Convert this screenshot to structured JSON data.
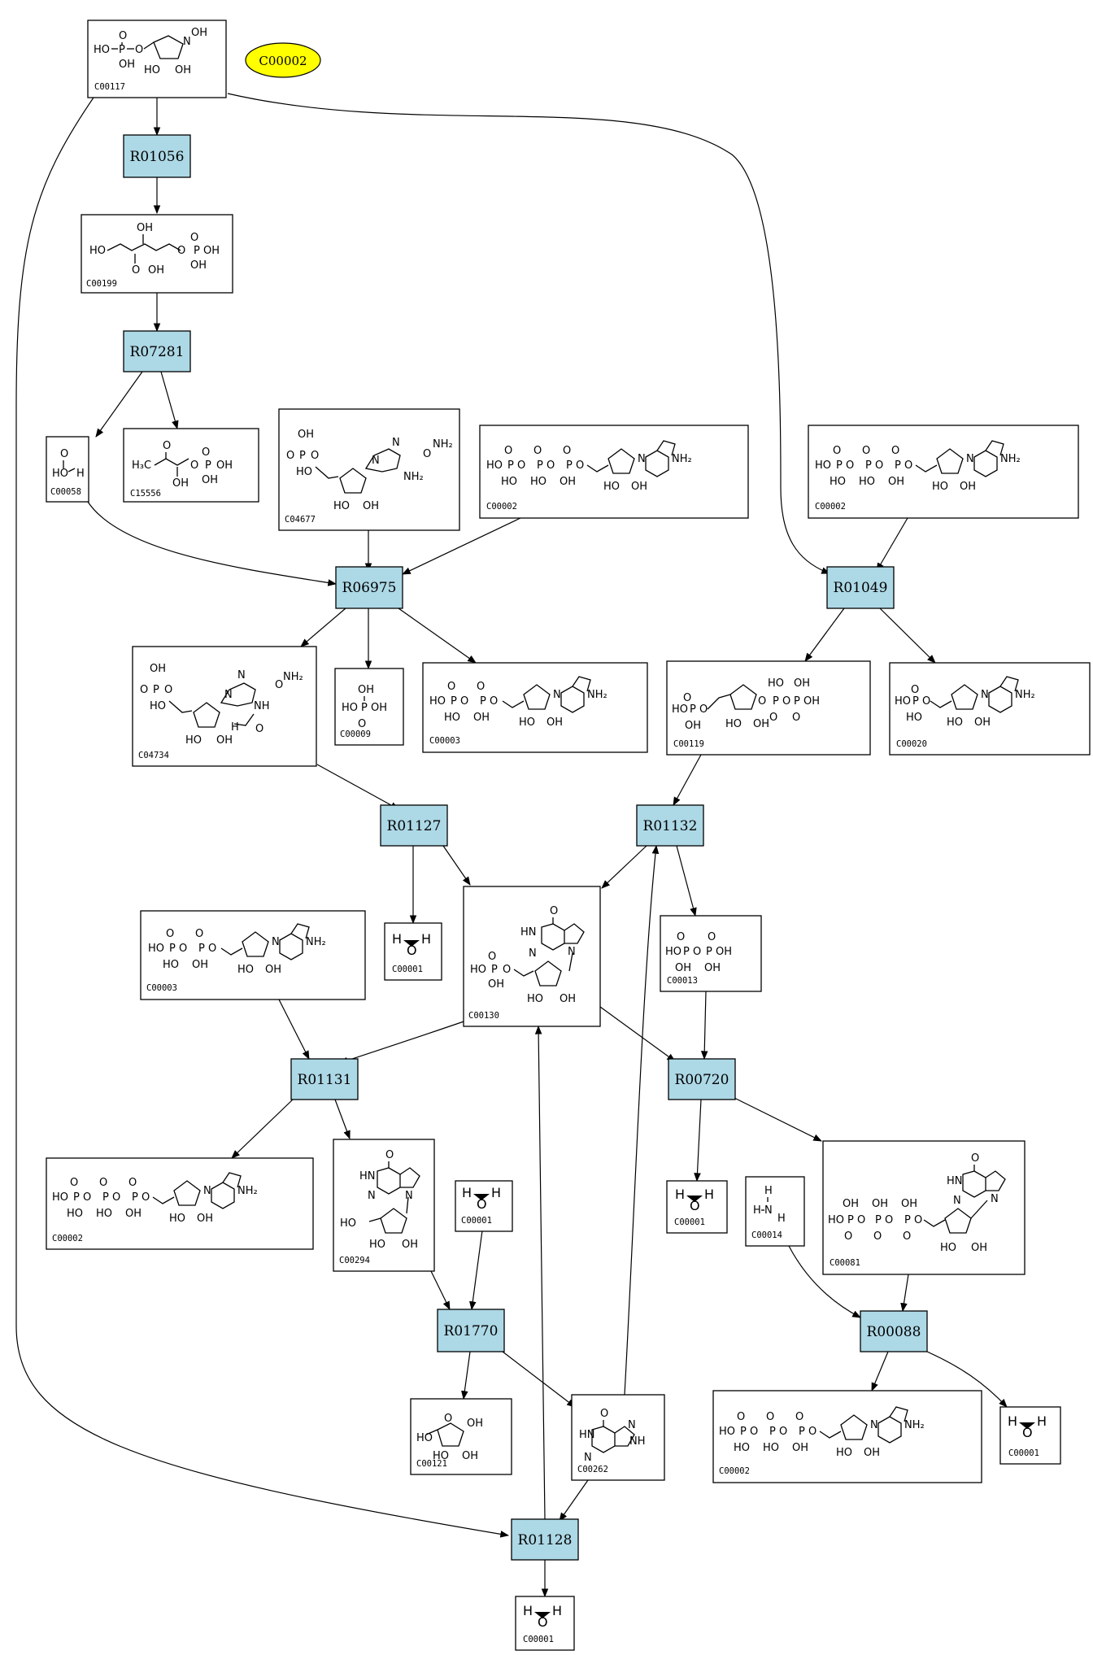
{
  "highlight": {
    "label": "C00002",
    "color": "#ffff00"
  },
  "colors": {
    "reaction_fill": "#add8e6",
    "compound_fill": "#ffffff",
    "edge": "#000000"
  },
  "reactions": {
    "r01056": "R01056",
    "r07281": "R07281",
    "r06975": "R06975",
    "r01049": "R01049",
    "r01127": "R01127",
    "r01132": "R01132",
    "r01131": "R01131",
    "r00720": "R00720",
    "r01770": "R01770",
    "r00088": "R00088",
    "r01128": "R01128"
  },
  "compounds": {
    "c00117": "C00117",
    "c00199": "C00199",
    "c00058": "C00058",
    "c15556": "C15556",
    "c04677": "C04677",
    "c00002_a": "C00002",
    "c00002_b": "C00002",
    "c04734": "C04734",
    "c00009": "C00009",
    "c00003_a": "C00003",
    "c00119": "C00119",
    "c00020": "C00020",
    "c00003_b": "C00003",
    "c00001_a": "C00001",
    "c00130": "C00130",
    "c00013": "C00013",
    "c00002_c": "C00002",
    "c00294": "C00294",
    "c00001_b": "C00001",
    "c00001_c": "C00001",
    "c00014": "C00014",
    "c00081": "C00081",
    "c00121": "C00121",
    "c00262": "C00262",
    "c00002_d": "C00002",
    "c00001_d": "C00001",
    "c00001_e": "C00001"
  }
}
